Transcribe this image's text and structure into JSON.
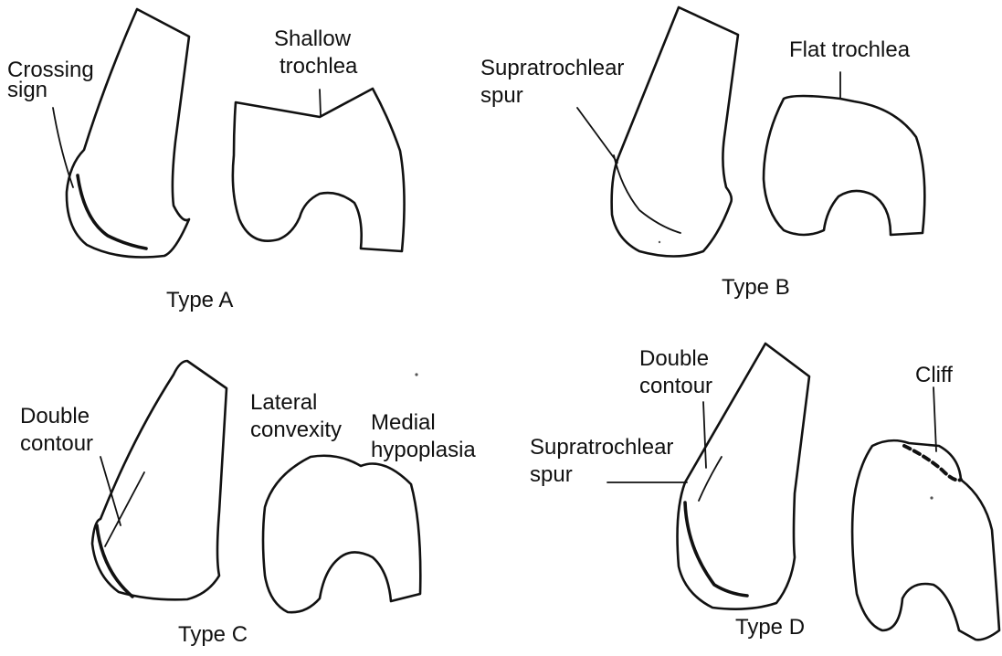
{
  "panels": [
    {
      "type_label": "Type A",
      "labels": {
        "crossing_sign": [
          "Crossing",
          "sign"
        ],
        "shallow_trochlea": [
          "Shallow",
          "trochlea"
        ]
      }
    },
    {
      "type_label": "Type B",
      "labels": {
        "supratrochlear_spur": [
          "Supratrochlear",
          "spur"
        ],
        "flat_trochlea": [
          "Flat trochlea"
        ]
      }
    },
    {
      "type_label": "Type C",
      "labels": {
        "double_contour": [
          "Double",
          "contour"
        ],
        "lateral_convexity": [
          "Lateral",
          "convexity"
        ],
        "medial_hypoplasia": [
          "Medial",
          "hypoplasia"
        ]
      }
    },
    {
      "type_label": "Type D",
      "labels": {
        "double_contour": [
          "Double",
          "contour"
        ],
        "supratrochlear_spur": [
          "Supratrochlear",
          "spur"
        ],
        "cliff": [
          "Cliff"
        ]
      }
    }
  ],
  "icons": [
    "femur-lateral-view-icon",
    "femur-axial-view-icon"
  ],
  "colors": {
    "line": "#111111",
    "background": "#ffffff"
  }
}
